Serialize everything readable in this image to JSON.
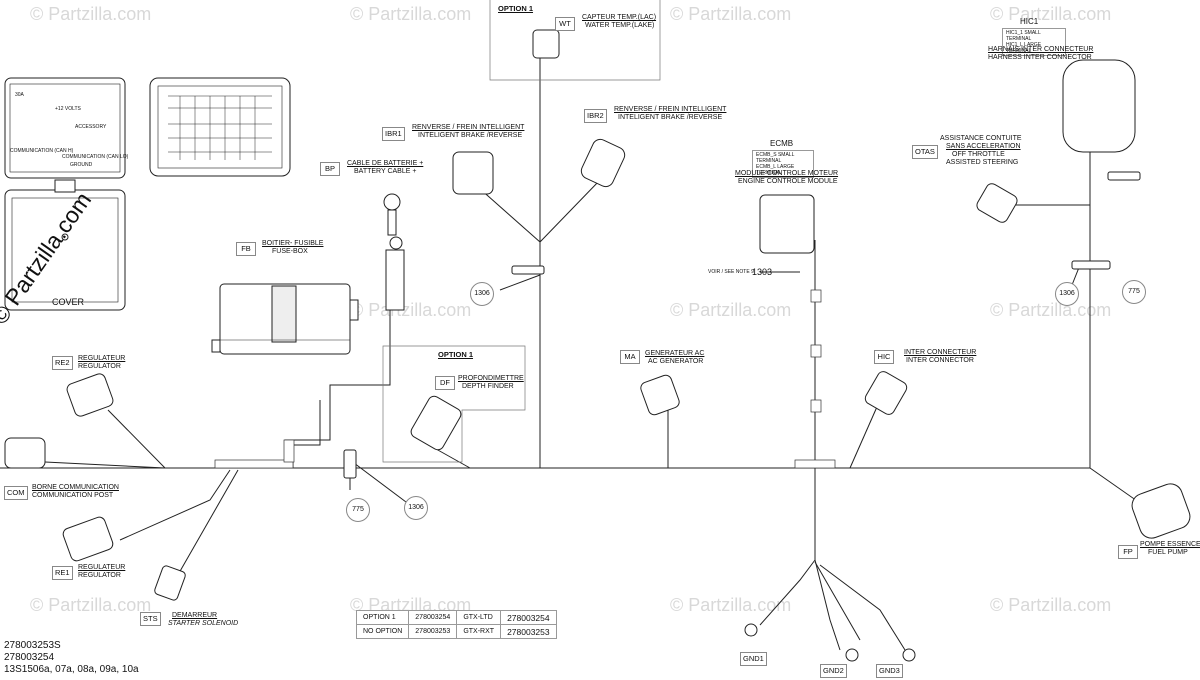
{
  "brand": "© Partzilla.com",
  "watermark": "© Partzilla.com",
  "codes": {
    "wt": "WT",
    "ibr1": "IBR1",
    "ibr2": "IBR2",
    "bp": "BP",
    "fb": "FB",
    "df": "DF",
    "ma": "MA",
    "hic": "HIC",
    "otas": "OTAS",
    "re2": "RE2",
    "re1": "RE1",
    "com": "COM",
    "sts": "STS",
    "fp": "FP",
    "gnd1": "GND1",
    "gnd2": "GND2",
    "gnd3": "GND3"
  },
  "labels": {
    "wt": [
      "CAPTEUR TEMP.(LAC)",
      "WATER TEMP.(LAKE)"
    ],
    "ibr1": [
      "RENVERSE / FREIN INTELLIGENT",
      "INTELIGENT BRAKE /REVERSE"
    ],
    "ibr2": [
      "RENVERSE / FREIN INTELLIGENT",
      "INTELIGENT BRAKE /REVERSE"
    ],
    "bp": [
      "CABLE DE BATTERIE +",
      "BATTERY CABLE +"
    ],
    "fb": [
      "BOITIER- FUSIBLE",
      "FUSE-BOX"
    ],
    "df": [
      "PROFONDIMETTRE",
      "DEPTH FINDER"
    ],
    "ma": [
      "GENERATEUR AC",
      "AC GENERATOR"
    ],
    "hic": [
      "INTER CONNECTEUR",
      "INTER CONNECTOR"
    ],
    "ecm": [
      "MODULE CONTROLE MOTEUR",
      "ENGINE CONTROLE MODULE"
    ],
    "otas": [
      "ASSISTANCE CONTUITE",
      "SANS ACCELERATION",
      "OFF THROTTLE",
      "ASSISTED STEERING"
    ],
    "hic1": [
      "HARNAIS INTER CONNECTEUR",
      "HARNESS INTER CONNECTOR"
    ],
    "re2": [
      "REGULATEUR",
      "REGULATOR"
    ],
    "re1": [
      "REGULATEUR",
      "REGULATOR"
    ],
    "com": [
      "BORNE COMMUNICATION",
      "COMMUNICATION POST"
    ],
    "sts": [
      "DEMARREUR",
      "STARTER SOLENOID"
    ],
    "fp": [
      "POMPE ESSENCE",
      "FUEL PUMP"
    ]
  },
  "options": {
    "opt_top": "OPTION 1",
    "opt_mid": "OPTION 1"
  },
  "ecmb": {
    "title": "ECMB",
    "rows": [
      [
        "ECMB_S",
        "SMALL TERMINAL"
      ],
      [
        "ECMB_L",
        "LARGE TERMINAL"
      ]
    ]
  },
  "hic1_table": {
    "title": "HIC1",
    "rows": [
      [
        "HIC1_1",
        "SMALL TERMINAL"
      ],
      [
        "HIC1_L",
        "LARGE TERMINAL"
      ]
    ]
  },
  "refs": {
    "r1306a": "1306",
    "r1306b": "1306",
    "r1306c": "1306",
    "r775a": "775",
    "r775b": "775",
    "r1303": "1303",
    "note": "VOIR / SEE NOTE 9"
  },
  "fusebox": {
    "r1": "30A",
    "r2": "+12 VOLTS",
    "r3": "ACCESSORY",
    "r4": "COMMUNICATION (CAN H)",
    "r5": "COMMUNICATION (CAN LO)",
    "r6": "GROUND",
    "cover": "COVER"
  },
  "option_table": [
    [
      "OPTION 1",
      "278003254",
      "GTX-LTD",
      "278003254"
    ],
    [
      "NO OPTION",
      "278003253",
      "GTX-RXT",
      "278003253"
    ]
  ],
  "footer": [
    "278003253S",
    "278003254",
    "13S1506a, 07a, 08a, 09a, 10a"
  ]
}
